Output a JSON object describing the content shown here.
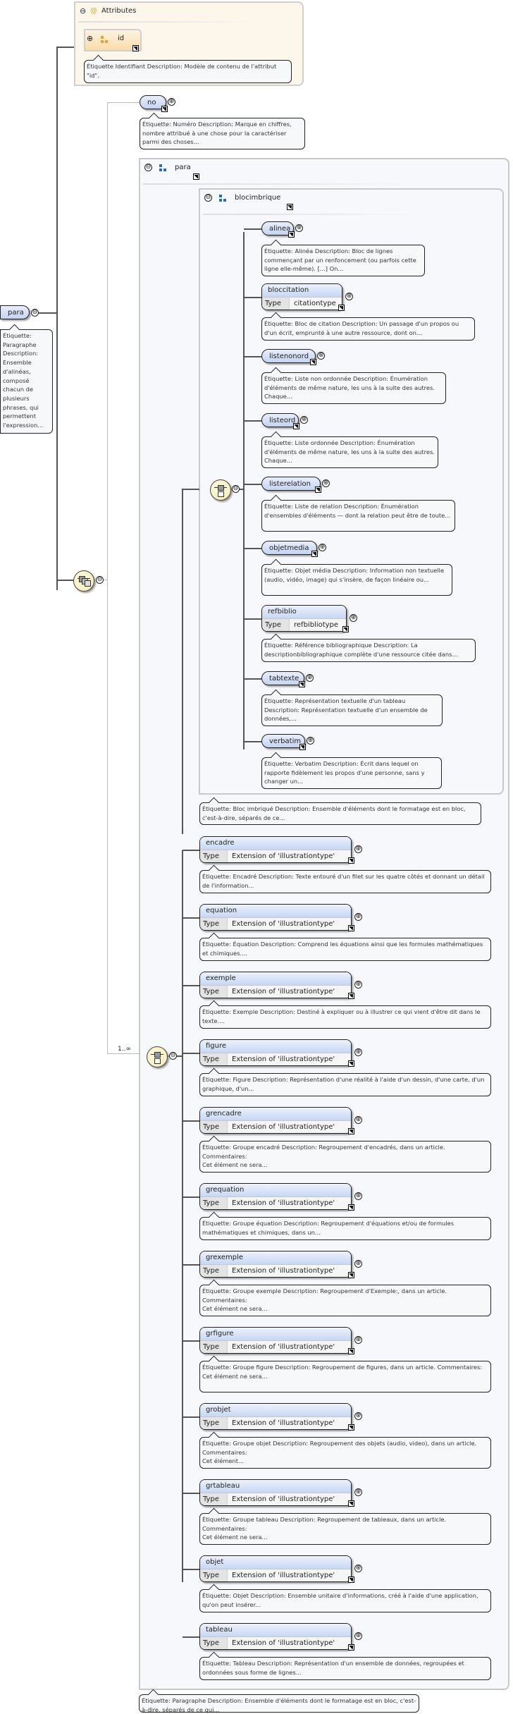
{
  "attributes": {
    "title": "Attributes",
    "id": {
      "name": "id",
      "tip": "Étiquette Identifiant Description: Modèle de contenu de l'attribut \"id\"."
    }
  },
  "root": {
    "name": "para",
    "tip": "Étiquette: Paragraphe Description: Ensemble d'alinéas, composé chacun de plusieurs phrases, qui permettent l'expression..."
  },
  "no": {
    "name": "no",
    "tip": "Étiquette: Numéro Description: Marque en chiffres, nombre attribué à une chose pour la caractériser parmi des choses..."
  },
  "para_group": {
    "title": "para",
    "tip": "Étiquette: Paragraphe Description: Ensemble d'éléments dont le formatage est en bloc, c'est-à-dire, séparés de ce qui...",
    "occurrence": "1..∞"
  },
  "blocimbrique": {
    "title": "blocimbrique",
    "tip": "Étiquette: Bloc imbriqué Description: Ensemble d'éléments dont le formatage est en bloc, c'est-à-dire, séparés de ce...",
    "children": [
      {
        "name": "alinea",
        "tip": "Étiquette: Alinéa Description: Bloc de lignes commençant par un renfoncement (ou parfois cette ligne elle-même). [...] On..."
      },
      {
        "name": "bloccitation",
        "type_label": "Type",
        "type": "citationtype",
        "tip": "Étiquette: Bloc de citation Description: Un passage d'un propos ou d'un écrit, emprunté à une autre ressource, dont on..."
      },
      {
        "name": "listenonord",
        "tip": "Étiquette: Liste non ordonnée Description: Énumération d'éléments de même nature, les uns à la suite des autres. Chaque..."
      },
      {
        "name": "listeord",
        "tip": "Étiquette: Liste ordonnée Description: Énumération d'éléments de même nature, les uns à la suite des autres. Chaque..."
      },
      {
        "name": "listerelation",
        "tip": "Étiquette: Liste de relation Description: Énumération d'ensembles d'éléments — dont la relation peut être de toute..."
      },
      {
        "name": "objetmedia",
        "tip": "Étiquette: Objet média Description: Information non textuelle (audio, vidéo, image) qui s'insère, de façon linéaire ou..."
      },
      {
        "name": "refbiblio",
        "type_label": "Type",
        "type": "refbibliotype",
        "tip": "Étiquette: Référence bibliographique Description: La descriptionbibliographique complète d'une ressource citée dans..."
      },
      {
        "name": "tabtexte",
        "tip": "Étiquette: Représentation textuelle d'un tableau Description: Représentation textuelle d'un ensemble de données,..."
      },
      {
        "name": "verbatim",
        "tip": "Étiquette: Verbatim Description: Écrit dans lequel on rapporte fidèlement les propos d'une personne, sans y changer un..."
      }
    ]
  },
  "illustrations": [
    {
      "name": "encadre",
      "type_label": "Type",
      "type": "Extension of 'illustrationtype'",
      "tip": "Étiquette: Encadré Description: Texte entouré d'un filet sur les quatre côtés et donnant un détail de l'information..."
    },
    {
      "name": "equation",
      "type_label": "Type",
      "type": "Extension of 'illustrationtype'",
      "tip": "Étiquette: Équation Description: Comprend les équations ainsi que les formules mathématiques et chimiques...."
    },
    {
      "name": "exemple",
      "type_label": "Type",
      "type": "Extension of 'illustrationtype'",
      "tip": "Étiquette: Exemple Description: Destiné à expliquer ou à illustrer ce qui vient d'être dit dans le texte...."
    },
    {
      "name": "figure",
      "type_label": "Type",
      "type": "Extension of 'illustrationtype'",
      "tip": "Étiquette: Figure Description: Représentation d'une réalité à l'aide d'un dessin, d'une carte, d'un graphique, d'un..."
    },
    {
      "name": "grencadre",
      "type_label": "Type",
      "type": "Extension of 'illustrationtype'",
      "tip": "Étiquette: Groupe encadré Description: Regroupement d'encadrés, dans un article. Commentaires:\nCet élément ne sera..."
    },
    {
      "name": "grequation",
      "type_label": "Type",
      "type": "Extension of 'illustrationtype'",
      "tip": "Étiquette: Groupe équation Description: Regroupement d'équations et/ou de formules mathématiques et chimiques, dans un..."
    },
    {
      "name": "grexemple",
      "type_label": "Type",
      "type": "Extension of 'illustrationtype'",
      "tip": "Étiquette: Groupe exemple Description: Regroupement d'Exemple:, dans un article. Commentaires:\nCet élément ne sera..."
    },
    {
      "name": "grfigure",
      "type_label": "Type",
      "type": "Extension of 'illustrationtype'",
      "tip": "Étiquette: Groupe figure Description: Regroupement de figures, dans un article. Commentaires:\nCet élément ne sera..."
    },
    {
      "name": "grobjet",
      "type_label": "Type",
      "type": "Extension of 'illustrationtype'",
      "tip": "Étiquette: Groupe objet Description: Regroupement des objets (audio, video), dans un article. Commentaires:\nCet élément..."
    },
    {
      "name": "grtableau",
      "type_label": "Type",
      "type": "Extension of 'illustrationtype'",
      "tip": "Étiquette: Groupe tableau Description: Regroupement de tableaux, dans un article. Commentaires:\nCet élément ne sera..."
    },
    {
      "name": "objet",
      "type_label": "Type",
      "type": "Extension of 'illustrationtype'",
      "tip": "Étiquette: Objet Description: Ensemble unitaire d'informations, créé à l'aide d'une application, qu'on peut insérer..."
    },
    {
      "name": "tableau",
      "type_label": "Type",
      "type": "Extension of 'illustrationtype'",
      "tip": "Étiquette: Tableau Description: Représentation d'un ensemble de données, regroupées et ordonnées sous forme de lignes..."
    }
  ],
  "icons": {
    "expand": "⊕",
    "collapse": "⊖",
    "attribute": "@"
  },
  "colors": {
    "element_fill": "#c5d4f2",
    "attribute_fill": "#fdf6ea",
    "attribute_icon": "#e8a23a",
    "group_icon": "#2e6db4",
    "sequence_fill": "#f3eab3"
  }
}
